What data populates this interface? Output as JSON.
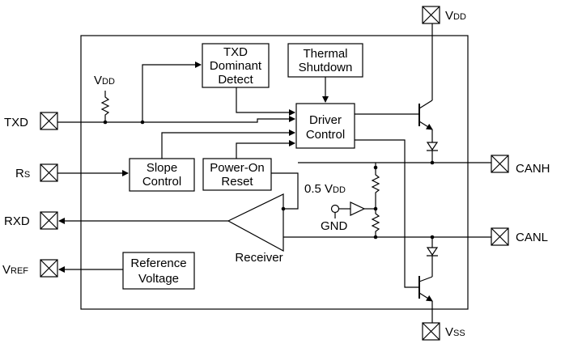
{
  "blocks": {
    "txd_dominant_detect": [
      "TXD",
      "Dominant",
      "Detect"
    ],
    "thermal_shutdown": [
      "Thermal",
      "Shutdown"
    ],
    "driver_control": [
      "Driver",
      "Control"
    ],
    "slope_control": [
      "Slope",
      "Control"
    ],
    "power_on_reset": [
      "Power-On",
      "Reset"
    ],
    "reference_voltage": [
      "Reference",
      "Voltage"
    ],
    "receiver": "Receiver"
  },
  "pins": {
    "txd": "TXD",
    "rs_main": "R",
    "rs_sub": "S",
    "rxd": "RXD",
    "vref_main": "V",
    "vref_sub": "REF",
    "canh": "CANH",
    "canl": "CANL",
    "vdd_top_main": "V",
    "vdd_top_sub": "DD",
    "vss_main": "V",
    "vss_sub": "SS"
  },
  "labels": {
    "vdd_internal_main": "V",
    "vdd_internal_sub": "DD",
    "half_vdd_prefix": "0.5 V",
    "half_vdd_sub": "DD",
    "gnd": "GND"
  }
}
